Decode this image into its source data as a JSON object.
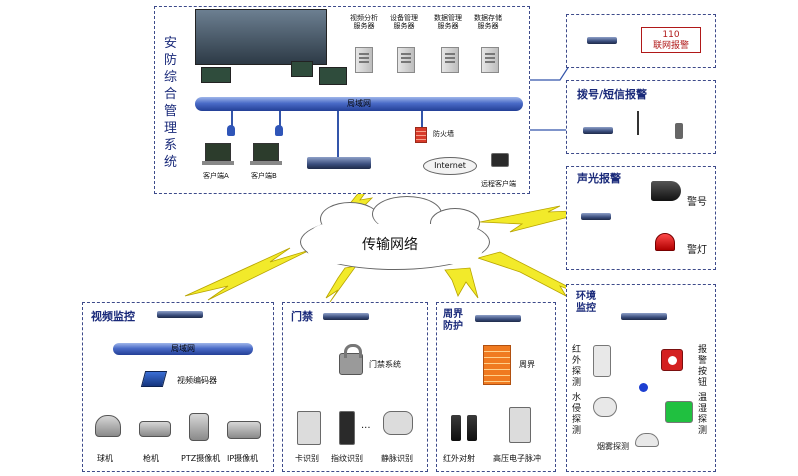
{
  "system": {
    "title": "安防综合管理系统",
    "servers": [
      {
        "label": "视频分析服务器"
      },
      {
        "label": "设备管理服务器"
      },
      {
        "label": "数据管理服务器"
      },
      {
        "label": "数据存储服务器"
      }
    ],
    "lan_label": "局域网",
    "client_a": "客户端A",
    "client_b": "客户端B",
    "firewall": "防火墙",
    "internet": "Internet",
    "remote_client": "远程客户端"
  },
  "alarm_110": {
    "line1": "110",
    "line2": "联网报警"
  },
  "dial_sms": {
    "title": "拨号/短信报警"
  },
  "sound_light": {
    "title": "声光报警",
    "horn": "警号",
    "lamp": "警灯"
  },
  "network": {
    "label": "传输网络"
  },
  "video": {
    "title": "视频监控",
    "lan_label": "局域网",
    "encoder": "视频编码器",
    "cameras": [
      {
        "label": "球机"
      },
      {
        "label": "枪机"
      },
      {
        "label": "PTZ摄像机"
      },
      {
        "label": "IP摄像机"
      }
    ]
  },
  "access": {
    "title": "门禁",
    "system_label": "门禁系统",
    "readers": [
      {
        "label": "卡识别"
      },
      {
        "label": "指纹识别"
      },
      {
        "label": "静脉识别"
      }
    ],
    "ellipsis": "···"
  },
  "perimeter": {
    "title": "周界防护",
    "boundary": "周界",
    "devices": [
      {
        "label": "红外对射"
      },
      {
        "label": "高压电子脉冲"
      }
    ]
  },
  "environment": {
    "title": "环境监控",
    "infrared": "红外探测",
    "water": "水侵探测",
    "smoke": "烟雾探测",
    "alarm_button": "报警按钮",
    "temp_humidity": "温湿探测"
  },
  "colors": {
    "panel_border": "#3d4a8a",
    "bolt": "#f2ea2a",
    "bus": "#4a6bc7",
    "alarm_red": "#b01818"
  }
}
